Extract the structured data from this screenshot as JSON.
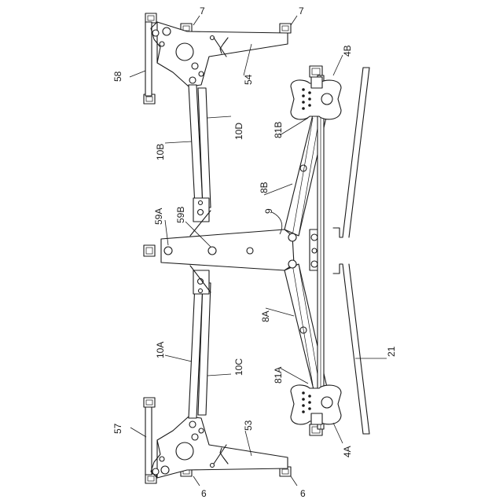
{
  "labels": {
    "l7a": "7",
    "l7b": "7",
    "l58": "58",
    "l54": "54",
    "l4B": "4B",
    "l81B": "81B",
    "l10D": "10D",
    "l10B": "10B",
    "l8B": "8B",
    "l59A": "59A",
    "l59B": "59B",
    "l9": "9",
    "l8A": "8A",
    "l10A": "10A",
    "l10C": "10C",
    "l81A": "81A",
    "l21": "21",
    "l57": "57",
    "l53": "53",
    "l4A": "4A",
    "l6a": "6",
    "l6b": "6"
  },
  "icons": {
    "profile_block": "extrusion-profile-icon",
    "pin": "pivot-pin-icon",
    "spring": "spring-icon"
  }
}
